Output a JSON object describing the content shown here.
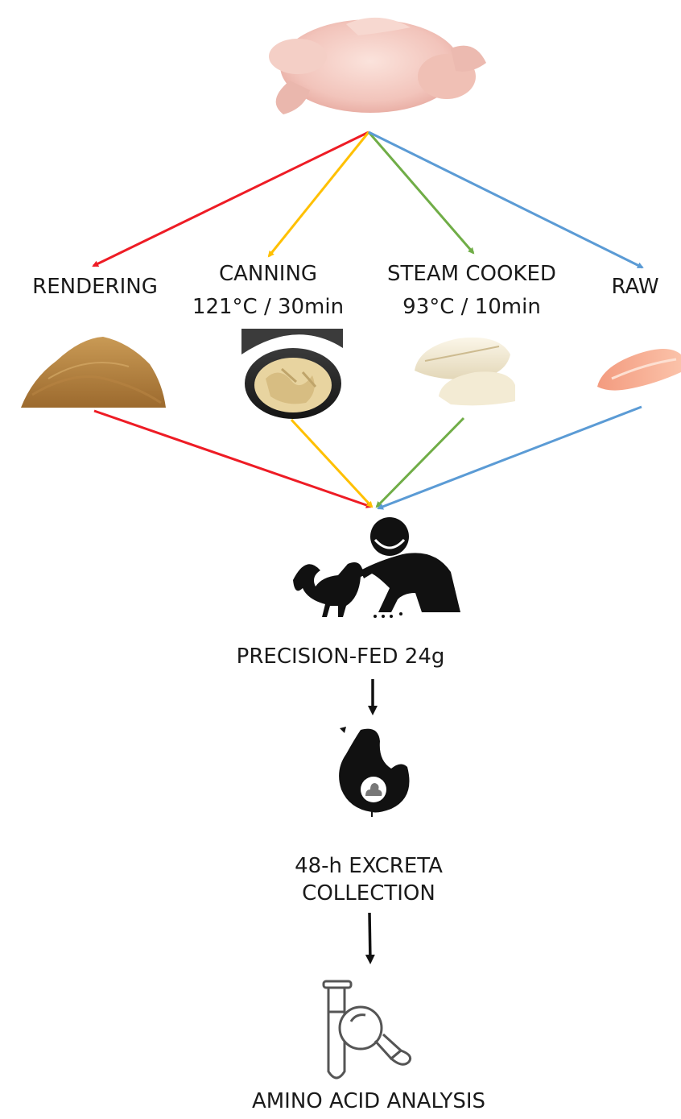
{
  "diagram": {
    "methods": [
      {
        "name": "RENDERING",
        "detail": "",
        "color": "#ee1c25",
        "photo": "rendered-meal-powder"
      },
      {
        "name": "CANNING",
        "detail": "121°C / 30min",
        "color": "#ffc000",
        "photo": "canned-chicken-in-tin"
      },
      {
        "name": "STEAM COOKED",
        "detail": "93°C / 10min",
        "color": "#70ad47",
        "photo": "steam-cooked-chicken-breast"
      },
      {
        "name": "RAW",
        "detail": "",
        "color": "#5b9bd5",
        "photo": "raw-chicken-fillet"
      }
    ],
    "source_photo": "raw-whole-chicken",
    "steps": {
      "feeding": "PRECISION-FED 24g",
      "collection_line1": "48-h EXCRETA",
      "collection_line2": "COLLECTION",
      "analysis": "AMINO ACID ANALYSIS"
    },
    "icons": [
      "person-feeding-rooster-icon",
      "hen-excreta-icon",
      "test-tube-magnifier-icon"
    ]
  }
}
